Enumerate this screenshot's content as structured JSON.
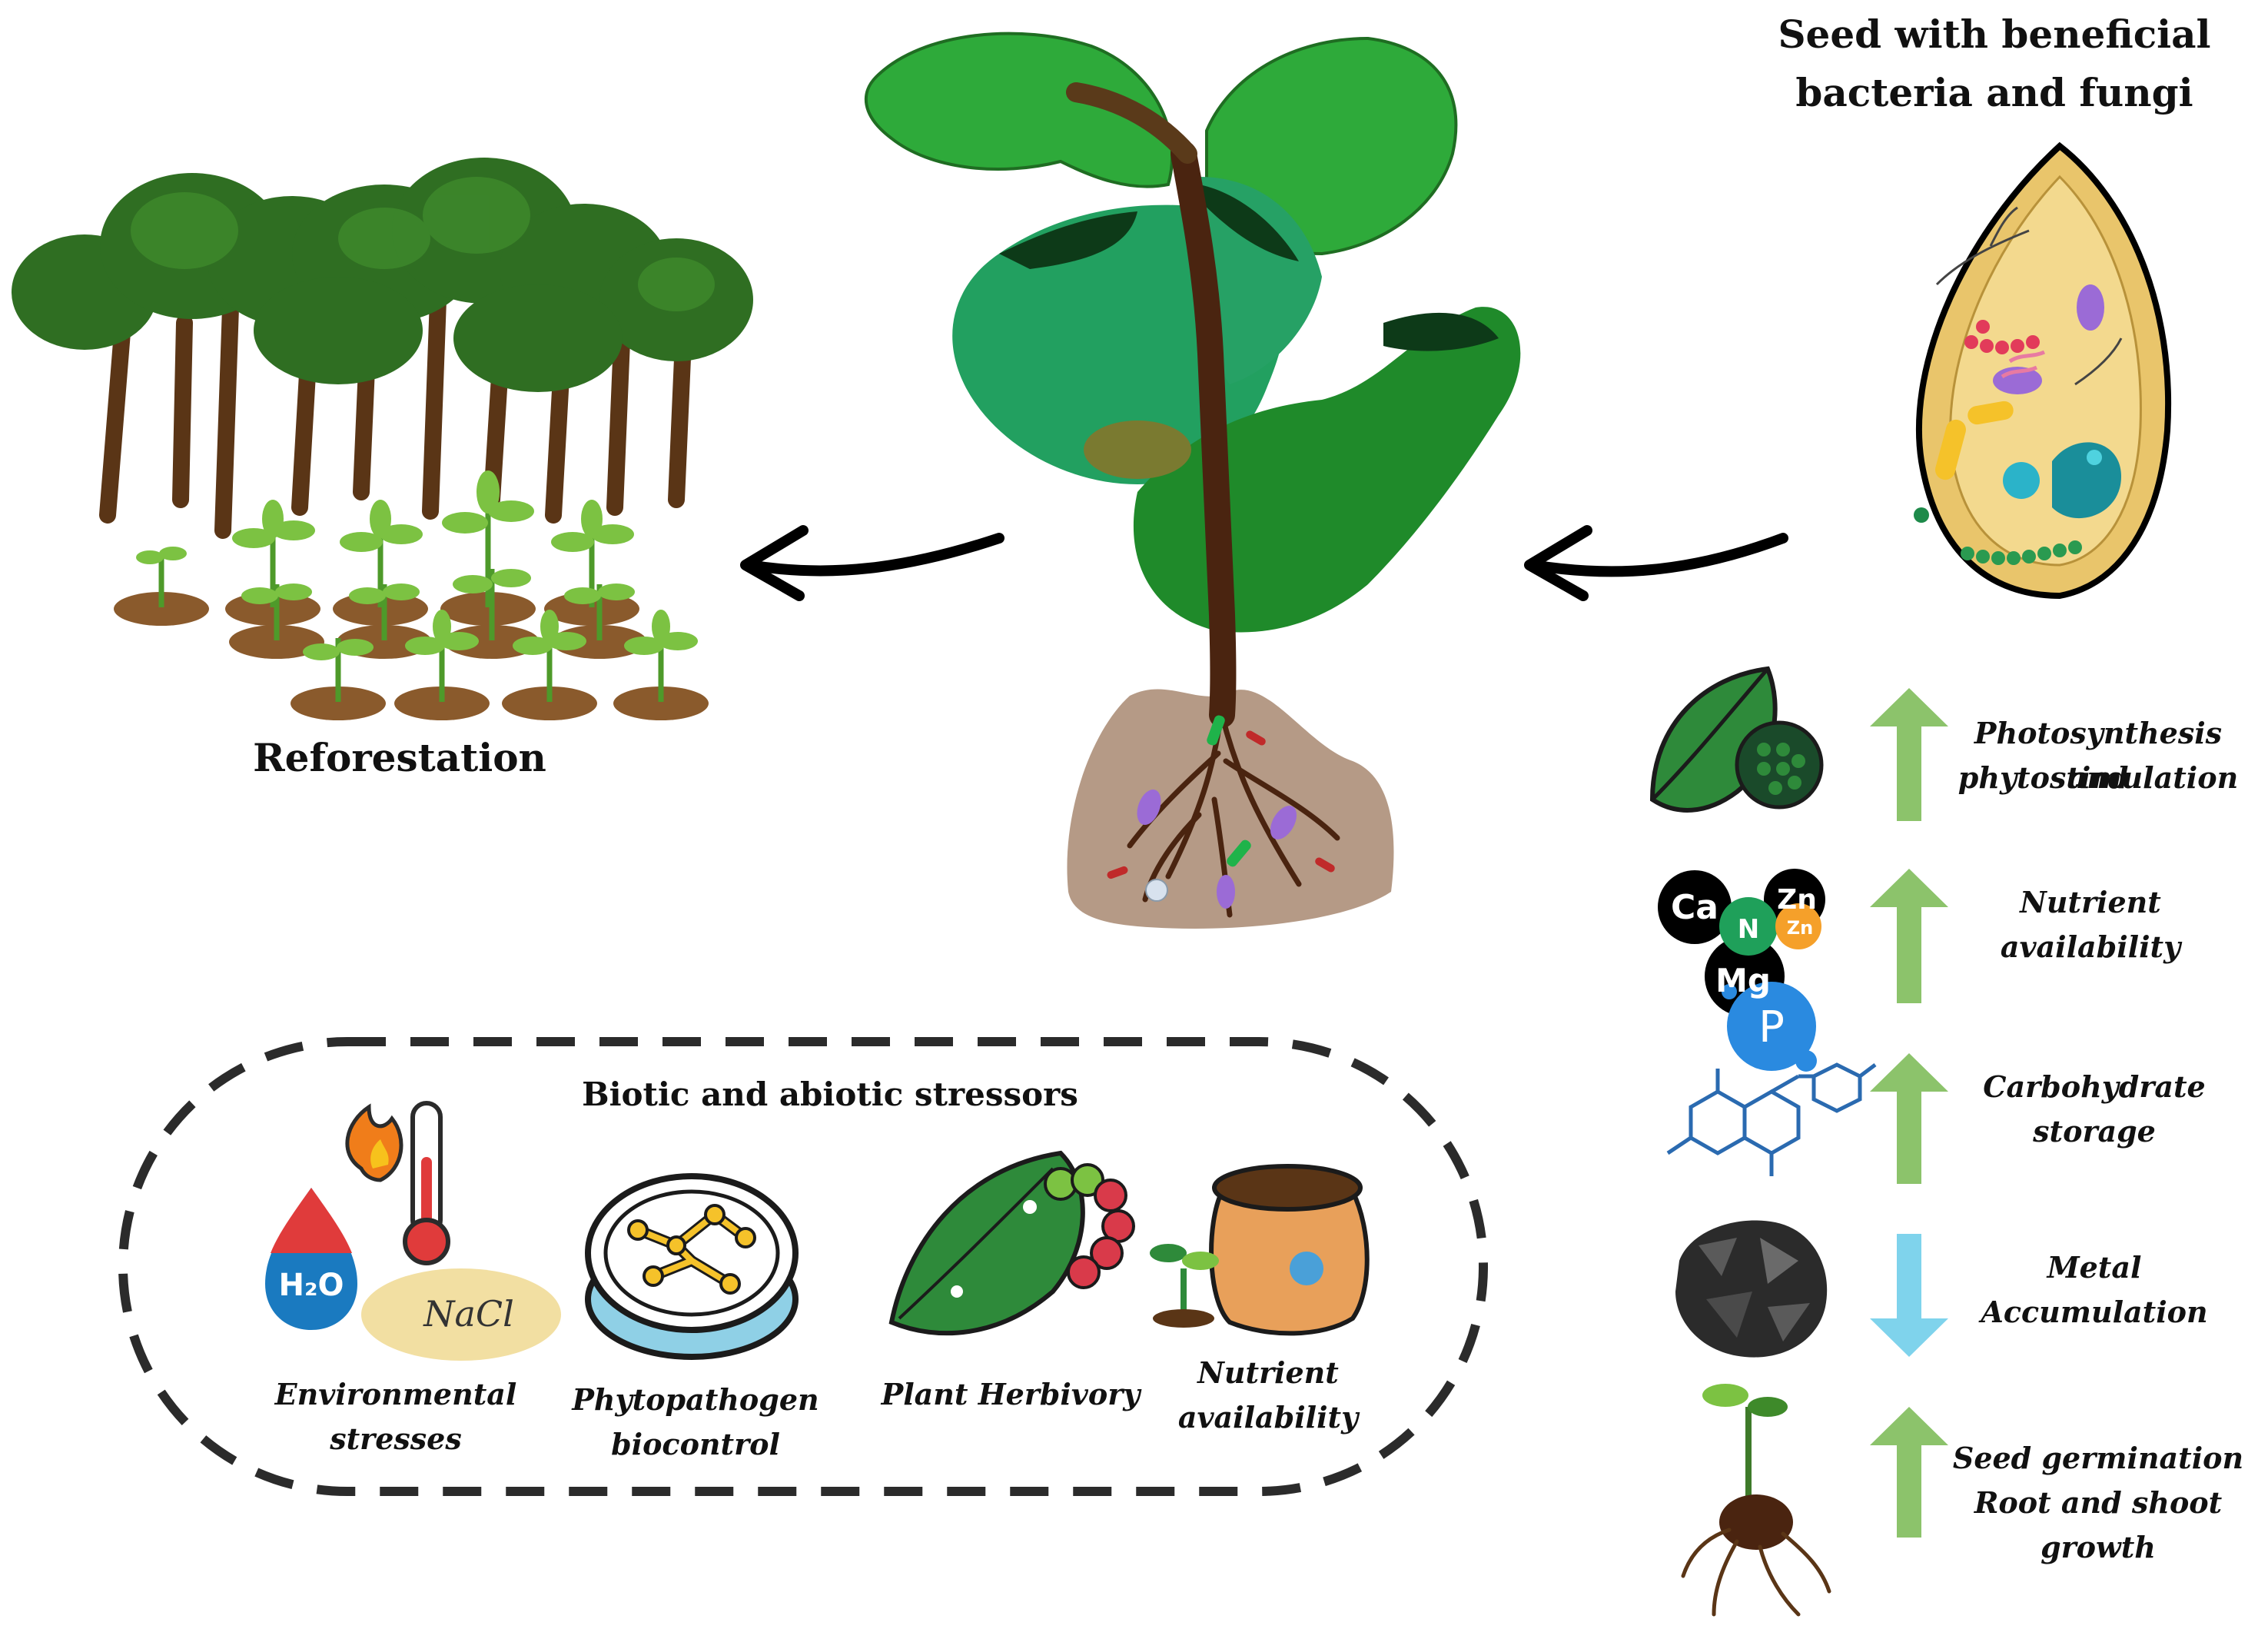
{
  "seed_panel": {
    "title_line1": "Seed with beneficial",
    "title_line2": "bacteria and fungi"
  },
  "reforestation": {
    "label": "Reforestation"
  },
  "stressors_panel": {
    "title": "Biotic and abiotic stressors",
    "nacl_text": "NaCl",
    "h2o_text": "H₂O",
    "items": [
      {
        "line1": "Environmental",
        "line2": "stresses"
      },
      {
        "line1": "Phytopathogen",
        "line2": "biocontrol"
      },
      {
        "line1": "Plant Herbivory",
        "line2": ""
      },
      {
        "line1": "Nutrient",
        "line2": "availability"
      }
    ]
  },
  "effects": {
    "nutrient_symbols": [
      "Ca",
      "Zn",
      "N",
      "Zn",
      "Mg",
      "P"
    ],
    "items": [
      {
        "line1": "Photosynthesis and",
        "line2": "phytostimulation",
        "direction": "up",
        "arrow_color": "#8cc36b"
      },
      {
        "line1": "Nutrient",
        "line2": "availability",
        "direction": "up",
        "arrow_color": "#8cc36b"
      },
      {
        "line1": "Carbohydrate",
        "line2": "storage",
        "direction": "up",
        "arrow_color": "#8cc36b"
      },
      {
        "line1": "Metal",
        "line2": "Accumulation",
        "direction": "down",
        "arrow_color": "#7fd3ec"
      },
      {
        "line1": "Seed germination",
        "line2": "Root and shoot growth",
        "direction": "up",
        "arrow_color": "#8cc36b"
      }
    ]
  },
  "colors": {
    "leaf_dark": "#1f8a2a",
    "leaf_mid": "#2eaa3a",
    "leaf_teal": "#1f9e5a",
    "stem": "#4a2410",
    "soil": "#b59a86",
    "seed_fill": "#e9c56b",
    "tree_canopy": "#2f6e22",
    "arrow_black": "#000000"
  }
}
